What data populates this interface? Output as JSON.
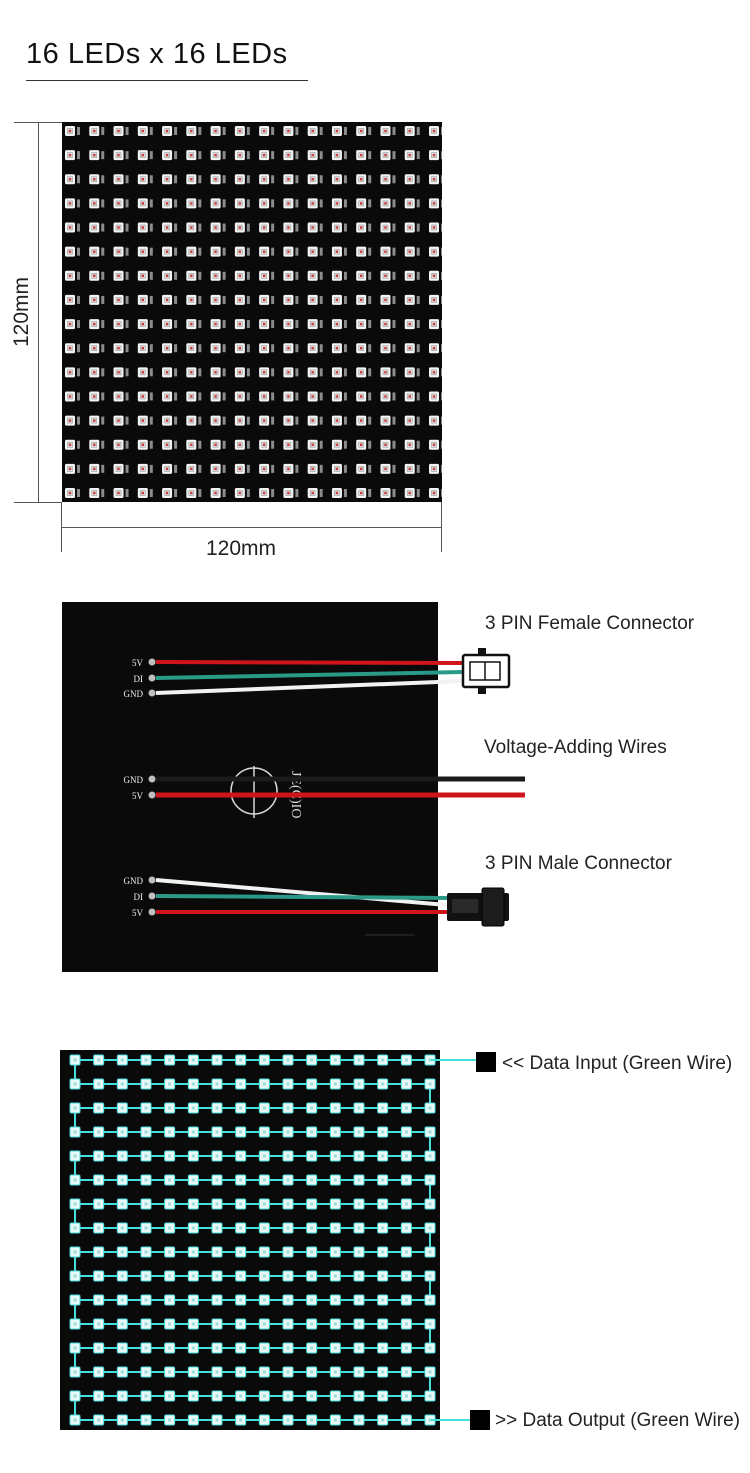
{
  "title": "16 LEDs x 16 LEDs",
  "matrix": {
    "rows": 16,
    "cols": 16,
    "led_color": "#f3f3f3",
    "led_accent": "#c83a3a"
  },
  "dimensions": {
    "height_label": "120mm",
    "width_label": "120mm"
  },
  "back_panel": {
    "logo_text": "JE(C)IO",
    "groups": [
      {
        "pins": [
          "5V",
          "DI",
          "GND"
        ]
      },
      {
        "pins": [
          "GND",
          "5V"
        ]
      },
      {
        "pins": [
          "GND",
          "DI",
          "5V"
        ]
      }
    ],
    "labels": {
      "female": "3 PIN Female Connector",
      "voltage": "Voltage-Adding Wires",
      "male": "3 PIN Male Connector"
    },
    "wire_colors": {
      "5V": "#d0141b",
      "DI": "#2a9a86",
      "GND": "#f2f2f2",
      "black": "#1b1b1b"
    }
  },
  "data_flow": {
    "input_label": "<< Data Input (Green Wire)",
    "output_label": ">> Data Output (Green Wire)",
    "path_color": "#45e0dc"
  }
}
